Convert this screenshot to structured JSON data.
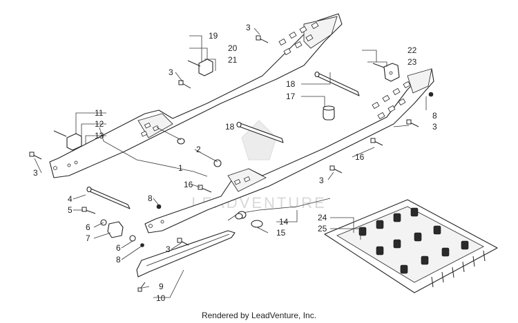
{
  "watermark": "LEADVENTURE",
  "footer": "Rendered by LeadVenture, Inc.",
  "callouts": {
    "c1": "1",
    "c2": "2",
    "c3a": "3",
    "c3b": "3",
    "c3c": "3",
    "c3d": "3",
    "c3e": "3",
    "c3f": "3",
    "c4": "4",
    "c5": "5",
    "c6a": "6",
    "c6b": "6",
    "c7": "7",
    "c8a": "8",
    "c8b": "8",
    "c8c": "8",
    "c9": "9",
    "c10": "10",
    "c11": "11",
    "c12": "12",
    "c13": "13",
    "c14": "14",
    "c15": "15",
    "c16a": "16",
    "c16b": "16",
    "c17": "17",
    "c18a": "18",
    "c18b": "18",
    "c19": "19",
    "c20": "20",
    "c21": "21",
    "c22": "22",
    "c23": "23",
    "c24": "24",
    "c25": "25"
  }
}
